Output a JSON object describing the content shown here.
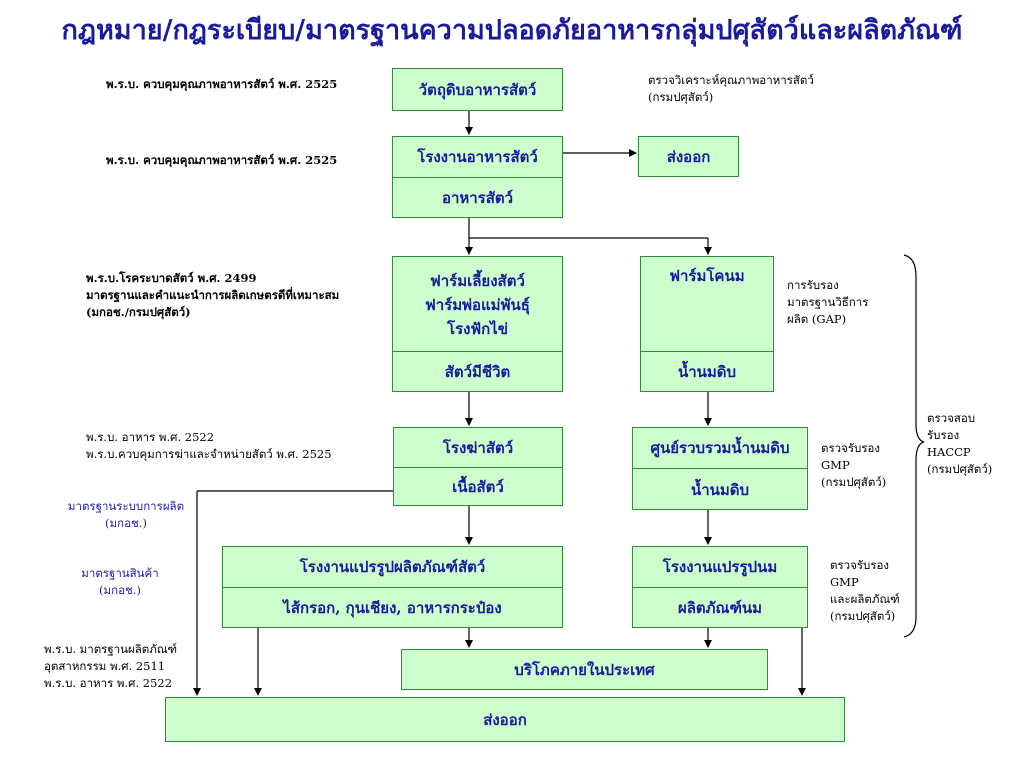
{
  "title": "กฎหมาย/กฎระเบียบ/มาตรฐานความปลอดภัยอาหารกลุ่มปศุสัตว์และผลิตภัณฑ์",
  "boxes": {
    "raw_material": "วัตถุดิบอาหารสัตว์",
    "feed_factory": "โรงงานอาหารสัตว์",
    "animal_feed": "อาหารสัตว์",
    "export_top": "ส่งออก",
    "farm_line1": "ฟาร์มเลี้ยงสัตว์",
    "farm_line2": "ฟาร์มพ่อแม่พันธุ์",
    "farm_line3": "โรงฟักไข่",
    "live_animals": "สัตว์มีชีวิต",
    "dairy_farm": "ฟาร์มโคนม",
    "raw_milk_farm": "น้ำนมดิบ",
    "slaughterhouse": "โรงฆ่าสัตว์",
    "meat": "เนื้อสัตว์",
    "milk_center": "ศูนย์รวบรวมน้ำนมดิบ",
    "raw_milk_center": "น้ำนมดิบ",
    "meat_processing": "โรงงานแปรรูปผลิตภัณฑ์สัตว์",
    "meat_products": "ไส้กรอก, กุนเชียง, อาหารกระป๋อง",
    "dairy_processing": "โรงงานแปรรูปนม",
    "dairy_products": "ผลิตภัณฑ์นม",
    "domestic": "บริโภคภายในประเทศ",
    "export_bottom": "ส่งออก"
  },
  "notes": {
    "law_feed_1": "พ.ร.บ. ควบคุมคุณภาพอาหารสัตว์ พ.ศ. 2525",
    "law_feed_2": "พ.ร.บ. ควบคุมคุณภาพอาหารสัตว์ พ.ศ. 2525",
    "law_farm_1": "พ.ร.บ.โรคระบาดสัตว์ พ.ศ. 2499",
    "law_farm_2": "มาตรฐานและคำแนะนำการผลิตเกษตรดีที่เหมาะสม",
    "law_farm_3": "(มกอช./กรมปศุสัตว์)",
    "law_slaughter_1": "พ.ร.บ. อาหาร พ.ศ. 2522",
    "law_slaughter_2": "พ.ร.บ.ควบคุมการฆ่าและจำหน่ายสัตว์ พ.ศ. 2525",
    "std_process_1": "มาตรฐานระบบการผลิต",
    "std_process_2": "(มกอช.)",
    "std_product_1": "มาตรฐานสินค้า",
    "std_product_2": "(มกอช.)",
    "law_industry_1": "พ.ร.บ. มาตรฐานผลิตภัณฑ์",
    "law_industry_2": "อุตสาหกรรม พ.ศ. 2511",
    "law_industry_3": "พ.ร.บ. อาหาร พ.ศ. 2522",
    "inspect_feed_1": "ตรวจวิเคราะห์คุณภาพอาหารสัตว์",
    "inspect_feed_2": "(กรมปศุสัตว์)",
    "gap_1": "การรับรอง",
    "gap_2": "มาตรฐานวิธีการ",
    "gap_3": "ผลิต (GAP)",
    "gmp_1": "ตรวจรับรอง",
    "gmp_2": "GMP",
    "gmp_3": "(กรมปศุสัตว์)",
    "gmp_prod_1": "ตรวจรับรอง",
    "gmp_prod_2": "GMP",
    "gmp_prod_3": "และผลิตภัณฑ์",
    "gmp_prod_4": "(กรมปศุสัตว์)",
    "haccp_1": "ตรวจสอบ",
    "haccp_2": "รับรอง",
    "haccp_3": "HACCP",
    "haccp_4": "(กรมปศุสัตว์)"
  }
}
